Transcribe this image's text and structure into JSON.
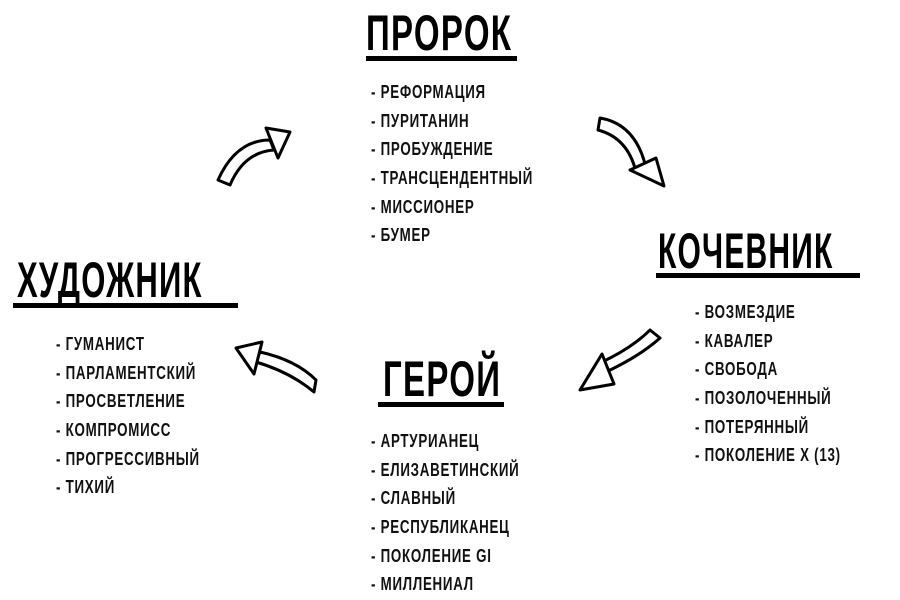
{
  "prophet": {
    "title": "ПРОРОК",
    "items": [
      "- РЕФОРМАЦИЯ",
      "- ПУРИТАНИН",
      "- ПРОБУЖДЕНИЕ",
      "- ТРАНСЦЕНДЕНТНЫЙ",
      "- МИССИОНЕР",
      "- БУМЕР"
    ]
  },
  "nomad": {
    "title": "КОЧЕВНИК",
    "items": [
      "- ВОЗМЕЗДИЕ",
      "- КАВАЛЕР",
      "- СВОБОДА",
      "- ПОЗОЛОЧЕННЫЙ",
      "- ПОТЕРЯННЫЙ",
      "- ПОКОЛЕНИЕ X (13)"
    ]
  },
  "hero": {
    "title": "ГЕРОЙ",
    "items": [
      "- АРТУРИАНЕЦ",
      "- ЕЛИЗАВЕТИНСКИЙ",
      "- СЛАВНЫЙ",
      "- РЕСПУБЛИКАНЕЦ",
      "- ПОКОЛЕНИЕ GI",
      "- МИЛЛЕНИАЛ"
    ]
  },
  "artist": {
    "title": "ХУДОЖНИК",
    "items": [
      "- ГУМАНИСТ",
      "- ПАРЛАМЕНТСКИЙ",
      "- ПРОСВЕТЛЕНИЕ",
      "- КОМПРОМИСС",
      "- ПРОГРЕССИВНЫЙ",
      "- ТИХИЙ"
    ]
  }
}
